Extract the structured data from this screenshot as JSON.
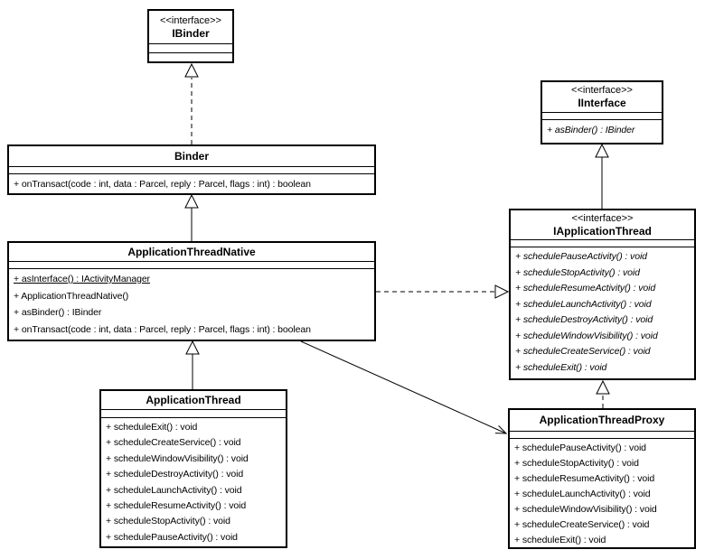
{
  "diagram": {
    "kind": "uml-class-diagram",
    "colors": {
      "border": "#000000",
      "background": "#ffffff",
      "text": "#000000"
    },
    "classes": {
      "ibinder": {
        "stereotype": "<<interface>>",
        "name": "IBinder",
        "methods": []
      },
      "binder": {
        "name": "Binder",
        "methods": [
          "+ onTransact(code : int, data : Parcel, reply : Parcel, flags : int) : boolean"
        ]
      },
      "application_thread_native": {
        "name": "ApplicationThreadNative",
        "methods": [
          "+ asInterface() : IActivityManager",
          "+ ApplicationThreadNative()",
          "+ asBinder() : IBinder",
          "+ onTransact(code : int, data : Parcel, reply : Parcel, flags : int) : boolean"
        ]
      },
      "application_thread": {
        "name": "ApplicationThread",
        "methods": [
          "+ scheduleExit() : void",
          "+ scheduleCreateService() : void",
          "+ scheduleWindowVisibility() : void",
          "+ scheduleDestroyActivity() : void",
          "+ scheduleLaunchActivity() : void",
          "+ scheduleResumeActivity() : void",
          "+ scheduleStopActivity() : void",
          "+ schedulePauseActivity() : void"
        ]
      },
      "iinterface": {
        "stereotype": "<<interface>>",
        "name": "IInterface",
        "methods": [
          "+ asBinder() : IBinder"
        ]
      },
      "iapplication_thread": {
        "stereotype": "<<interface>>",
        "name": "IApplicationThread",
        "methods": [
          "+ schedulePauseActivity() : void",
          "+ scheduleStopActivity() : void",
          "+ scheduleResumeActivity() : void",
          "+ scheduleLaunchActivity() : void",
          "+ scheduleDestroyActivity() : void",
          "+ scheduleWindowVisibility() : void",
          "+ scheduleCreateService() : void",
          "+ scheduleExit() : void"
        ]
      },
      "application_thread_proxy": {
        "name": "ApplicationThreadProxy",
        "methods": [
          "+ schedulePauseActivity() : void",
          "+ scheduleStopActivity() : void",
          "+ scheduleResumeActivity() : void",
          "+ scheduleLaunchActivity() : void",
          "+ scheduleWindowVisibility() : void",
          "+ scheduleCreateService() : void",
          "+ scheduleExit() : void"
        ]
      }
    },
    "relationships": [
      {
        "from": "Binder",
        "to": "IBinder",
        "type": "realization"
      },
      {
        "from": "ApplicationThreadNative",
        "to": "Binder",
        "type": "generalization"
      },
      {
        "from": "ApplicationThread",
        "to": "ApplicationThreadNative",
        "type": "generalization"
      },
      {
        "from": "ApplicationThreadNative",
        "to": "IApplicationThread",
        "type": "realization"
      },
      {
        "from": "IApplicationThread",
        "to": "IInterface",
        "type": "generalization"
      },
      {
        "from": "ApplicationThreadProxy",
        "to": "IApplicationThread",
        "type": "realization"
      },
      {
        "from": "ApplicationThreadNative",
        "to": "ApplicationThreadProxy",
        "type": "association"
      }
    ]
  }
}
